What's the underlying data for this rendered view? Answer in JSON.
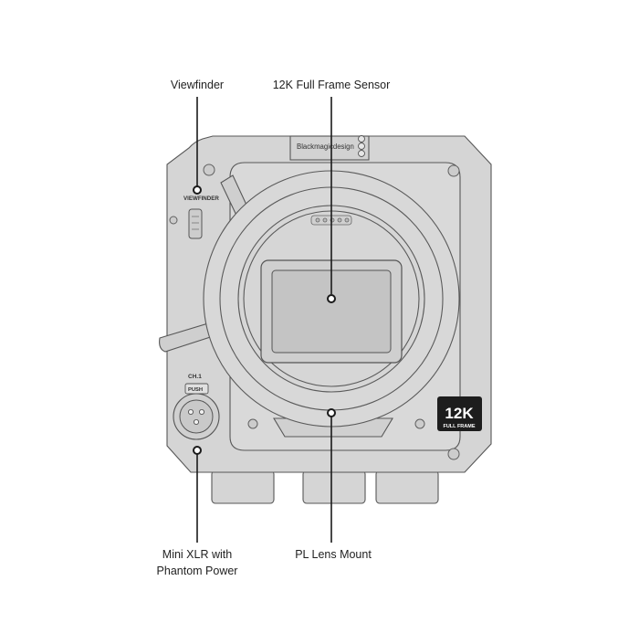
{
  "callouts": {
    "viewfinder": "Viewfinder",
    "sensor": "12K Full Frame Sensor",
    "xlr_line1": "Mini XLR with",
    "xlr_line2": "Phantom Power",
    "mount": "PL Lens Mount"
  },
  "camera_markings": {
    "brand": "Blackmagicdesign",
    "viewfinder_port": "VIEWFINDER",
    "channel": "CH.1",
    "push": "PUSH",
    "badge_main": "12K",
    "badge_sub": "FULL FRAME"
  },
  "colors": {
    "body": "#d4d4d4",
    "outline": "#555555",
    "leader": "#1a1a1a"
  }
}
